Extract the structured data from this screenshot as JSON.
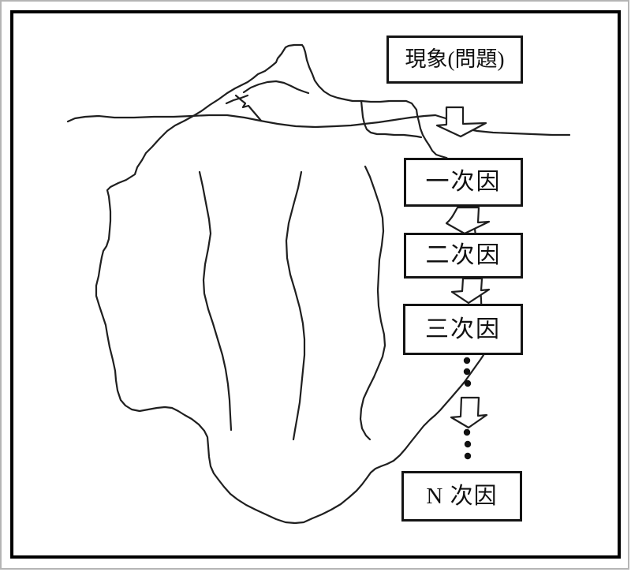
{
  "diagram": {
    "phenomenon_label": "現象(問題)",
    "cause_boxes": [
      {
        "label": "一次因"
      },
      {
        "label": "二次因"
      },
      {
        "label": "三次因"
      },
      {
        "label": "N 次因"
      }
    ],
    "icons": {
      "down_arrow": "block-down-arrow",
      "ellipsis": "vertical-ellipsis-dots",
      "iceberg": "iceberg-sketch",
      "waterline": "water-surface-line"
    },
    "colors": {
      "ink": "#1f1f1f",
      "background": "#ffffff",
      "box_border": "#141414",
      "frame_border": "#000000",
      "outer_frame": "#b5b5b5"
    }
  }
}
